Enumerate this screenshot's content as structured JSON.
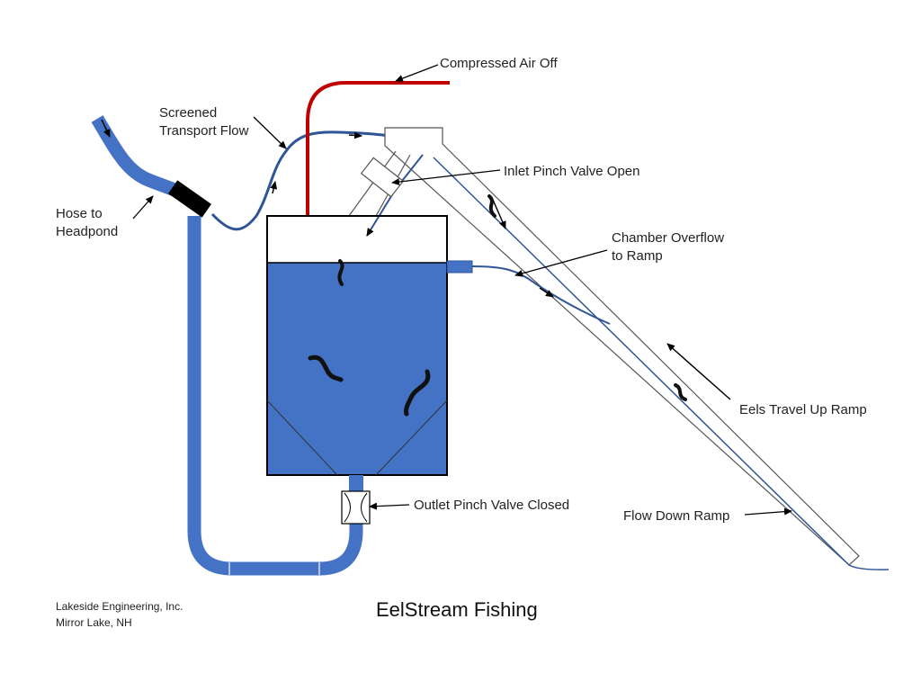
{
  "title": "EelStream Fishing",
  "credit": {
    "line1": "Lakeside Engineering, Inc.",
    "line2": "Mirror Lake, NH"
  },
  "labels": {
    "compressed_air": "Compressed Air Off",
    "screened_line1": "Screened",
    "screened_line2": "Transport Flow",
    "inlet_valve": "Inlet Pinch Valve Open",
    "hose_line1": "Hose to",
    "hose_line2": "Headpond",
    "overflow_line1": "Chamber Overflow",
    "overflow_line2": "to Ramp",
    "eels_travel": "Eels Travel Up Ramp",
    "outlet_valve": "Outlet Pinch Valve Closed",
    "flow_down": "Flow Down Ramp"
  },
  "colors": {
    "water": "#4472c4",
    "hose": "#3a6fc8",
    "flow_line": "#2f5597",
    "air_line": "#c00000",
    "eel": "#111111",
    "outline": "#000000"
  }
}
